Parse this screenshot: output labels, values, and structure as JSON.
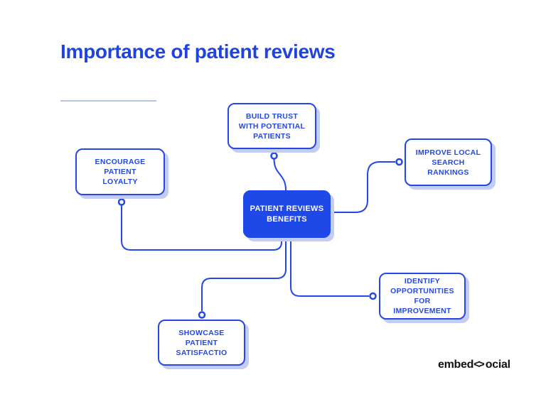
{
  "colors": {
    "accent": "#2447e8",
    "title": "#1e43e0",
    "node_fill": "#1e49e8",
    "shadow": "#c3cdf3",
    "divider": "#b9c4de",
    "logo": "#121212",
    "background": "#ffffff",
    "node_bg": "#ffffff"
  },
  "header": {
    "title": "Importance of patient reviews"
  },
  "diagram": {
    "center_node": {
      "label": "PATIENT REVIEWS\nBENEFITS"
    },
    "nodes": [
      {
        "id": "build-trust",
        "label": "BUILD TRUST\nWITH POTENTIAL\nPATIENTS"
      },
      {
        "id": "encourage-loyalty",
        "label": "ENCOURAGE\nPATIENT\nLOYALTY"
      },
      {
        "id": "improve-rankings",
        "label": "IMPROVE LOCAL\nSEARCH\nRANKINGS"
      },
      {
        "id": "identify-opportunities",
        "label": "IDENTIFY\nOPPORTUNITIES\nFOR\nIMPROVEMENT"
      },
      {
        "id": "showcase-satisfaction",
        "label": "SHOWCASE\nPATIENT\nSATISFACTIO"
      }
    ]
  },
  "footer": {
    "logo_prefix": "embed",
    "logo_glyph": "<>",
    "logo_suffix": "ocial"
  }
}
